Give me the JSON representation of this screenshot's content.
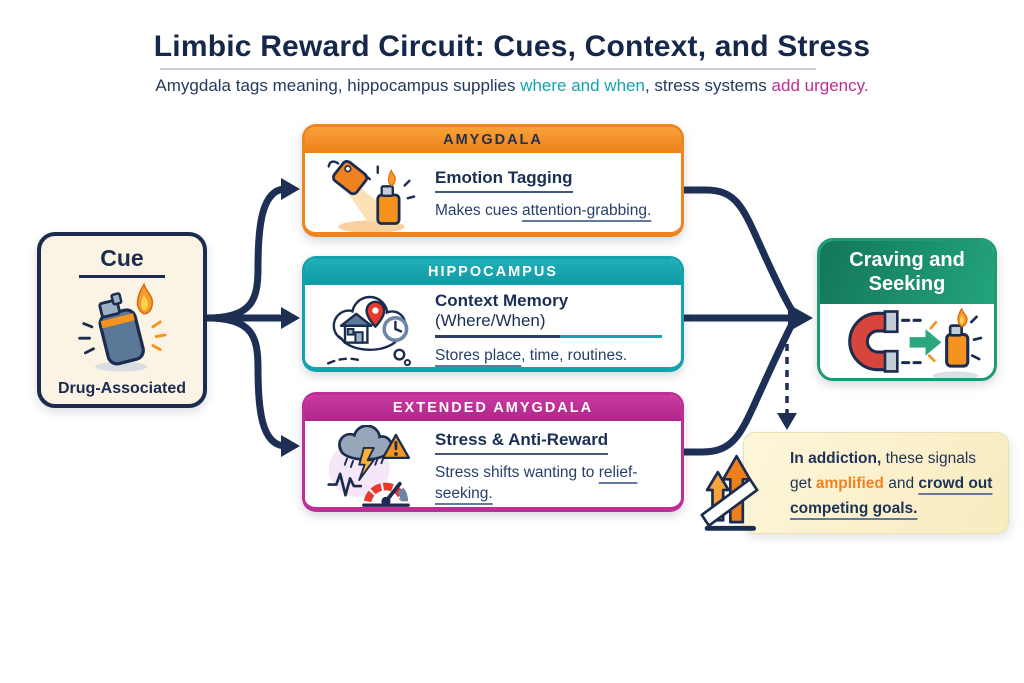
{
  "header": {
    "title": "Limbic Reward Circuit: Cues, Context, and Stress",
    "subtitle_segments": [
      {
        "text": "Amygdala tags meaning, hippocampus supplies ",
        "class": ""
      },
      {
        "text": "where and when",
        "class": "teal"
      },
      {
        "text": ", stress systems ",
        "class": ""
      },
      {
        "text": "add urgency",
        "class": "magenta"
      },
      {
        "text": ".",
        "class": "magenta"
      }
    ]
  },
  "cue_box": {
    "title": "Cue",
    "caption": "Drug-Associated",
    "icon": "drug-lighter-icon"
  },
  "regions": [
    {
      "name": "amygdala",
      "header": "AMYGDALA",
      "accent": "#EE831F",
      "icon": "tag-spotlight-lighter-icon",
      "title_segments": [
        {
          "text": "Emotion Tagging",
          "class": "b"
        }
      ],
      "desc_segments": [
        {
          "text": "Makes cues ",
          "class": ""
        },
        {
          "text": "attention-grabbing.",
          "class": "u"
        }
      ]
    },
    {
      "name": "hippocampus",
      "header": "HIPPOCAMPUS",
      "accent": "#12A3AD",
      "icon": "thought-bubble-place-time-icon",
      "title_segments": [
        {
          "text": "Context Memory",
          "class": "b"
        },
        {
          "text": " (Where/When)",
          "class": ""
        }
      ],
      "desc_segments": [
        {
          "text": "Stores place",
          "class": "u"
        },
        {
          "text": ", time, routines.",
          "class": ""
        }
      ]
    },
    {
      "name": "extended-amygdala",
      "header": "EXTENDED AMYGDALA",
      "accent": "#BE2F96",
      "icon": "storm-stress-gauge-icon",
      "title_segments": [
        {
          "text": "Stress & Anti-Reward",
          "class": "b"
        }
      ],
      "desc_segments": [
        {
          "text": "Stress shifts wanting to ",
          "class": ""
        },
        {
          "text": "relief-seeking.",
          "class": "u"
        }
      ]
    }
  ],
  "outcome_box": {
    "title_lines": [
      "Craving and",
      "Seeking"
    ],
    "icon": "magnet-attracts-lighter-icon",
    "accent": "#1E9B72"
  },
  "note_box": {
    "icon": "rising-arrows-icon",
    "segments": [
      {
        "text": "In addiction,",
        "class": "b"
      },
      {
        "text": " these signals get ",
        "class": ""
      },
      {
        "text": "amplified",
        "class": "orange-b"
      },
      {
        "text": " and ",
        "class": ""
      },
      {
        "text": "crowd out competing goals.",
        "class": "b u"
      }
    ]
  },
  "colors": {
    "navy": "#1B2C4F",
    "orange": "#EE831F",
    "teal": "#12A3AD",
    "magenta": "#BE2F96",
    "green": "#1E9B72",
    "red": "#D8453C",
    "cue_cream": "#FBF4E4",
    "note_cream": "#FAF0CC"
  }
}
